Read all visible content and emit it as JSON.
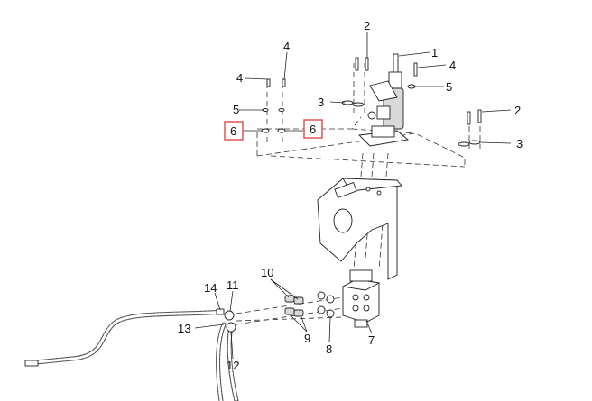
{
  "callouts": {
    "c1": "1",
    "c2a": "2",
    "c2b": "2",
    "c3a": "3",
    "c3b": "3",
    "c4a": "4",
    "c4b": "4",
    "c4c": "4",
    "c5a": "5",
    "c5b": "5",
    "c6a": "6",
    "c6b": "6",
    "c7": "7",
    "c8": "8",
    "c9": "9",
    "c10": "10",
    "c11": "11",
    "c12": "12",
    "c13": "13",
    "c14": "14"
  },
  "highlight_color": "#e05555"
}
